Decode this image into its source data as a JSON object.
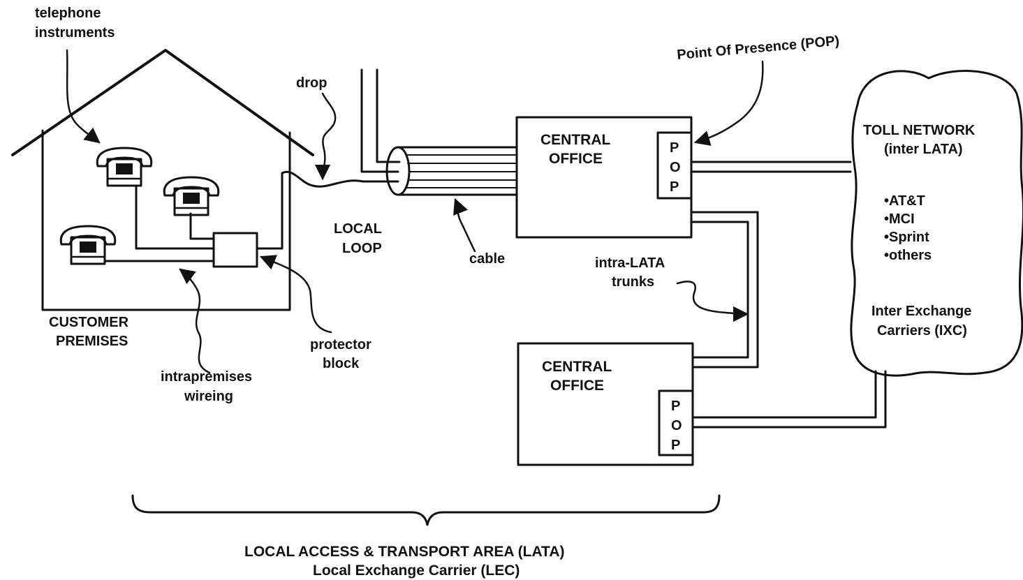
{
  "labels": {
    "telephone_instruments": [
      "telephone",
      "instruments"
    ],
    "drop": "drop",
    "local_loop": [
      "LOCAL",
      "LOOP"
    ],
    "cable": "cable",
    "customer_premises": [
      "CUSTOMER",
      "PREMISES"
    ],
    "intrapremises_wiring": [
      "intrapremises",
      "wireing"
    ],
    "protector_block": [
      "protector",
      "block"
    ],
    "pop_callout": "Point Of Presence (POP)",
    "intra_lata_trunks": [
      "intra-LATA",
      "trunks"
    ],
    "lata": [
      "LOCAL ACCESS & TRANSPORT AREA (LATA)",
      "Local Exchange Carrier (LEC)"
    ]
  },
  "central_office_1": {
    "title": [
      "CENTRAL",
      "OFFICE"
    ],
    "pop": [
      "P",
      "O",
      "P"
    ]
  },
  "central_office_2": {
    "title": [
      "CENTRAL",
      "OFFICE"
    ],
    "pop": [
      "P",
      "O",
      "P"
    ]
  },
  "toll_network": {
    "title": [
      "TOLL NETWORK",
      "(inter LATA)"
    ],
    "carriers": [
      "•AT&T",
      "•MCI",
      "•Sprint",
      "•others"
    ],
    "ixc": [
      "Inter Exchange",
      "Carriers (IXC)"
    ]
  },
  "icons": [
    "telephone-icon",
    "telephone-icon",
    "telephone-icon",
    "house-icon",
    "cable-icon",
    "cloud-icon",
    "brace-icon"
  ]
}
